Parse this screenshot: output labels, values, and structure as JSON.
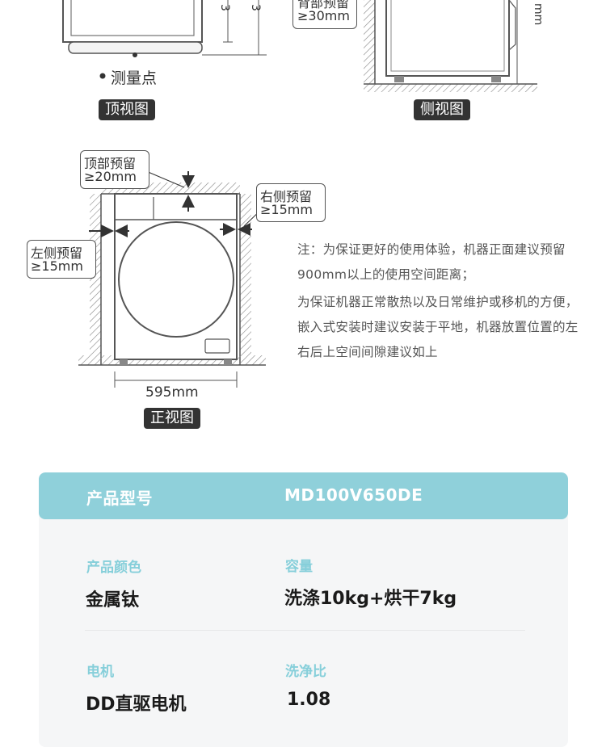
{
  "diagrams": {
    "top_view": {
      "measure_point": "测量点",
      "caption": "顶视图"
    },
    "side_view": {
      "clearance_partial": "背部预留",
      "clearance_value": "≥30mm",
      "caption": "侧视图"
    },
    "front_view": {
      "top_clearance": "顶部预留",
      "top_clearance_value": "≥20mm",
      "right_clearance": "右侧预留",
      "right_clearance_value": "≥15mm",
      "left_clearance": "左侧预留",
      "left_clearance_value": "≥15mm",
      "width": "595mm",
      "caption": "正视图"
    }
  },
  "notes": {
    "line1": "注：为保证更好的使用体验，机器正面建议预留900mm以上的使用空间距离；",
    "line2": "为保证机器正常散热以及日常维护或移机的方便，嵌入式安装时建议安装于平地，机器放置位置的左右后上空间间隙建议如上"
  },
  "specs": {
    "header_label": "产品型号",
    "header_value": "MD100V650DE",
    "items": [
      {
        "label": "产品颜色",
        "value": "金属钛"
      },
      {
        "label": "容量",
        "value": "洗涤10kg+烘干7kg"
      },
      {
        "label": "电机",
        "value": "DD直驱电机"
      },
      {
        "label": "洗净比",
        "value": "1.08"
      }
    ]
  },
  "colors": {
    "header_bg": "#8fd0da",
    "label_color": "#86cfda",
    "card_bg": "#f5f6f7",
    "tag_bg": "#333333"
  }
}
